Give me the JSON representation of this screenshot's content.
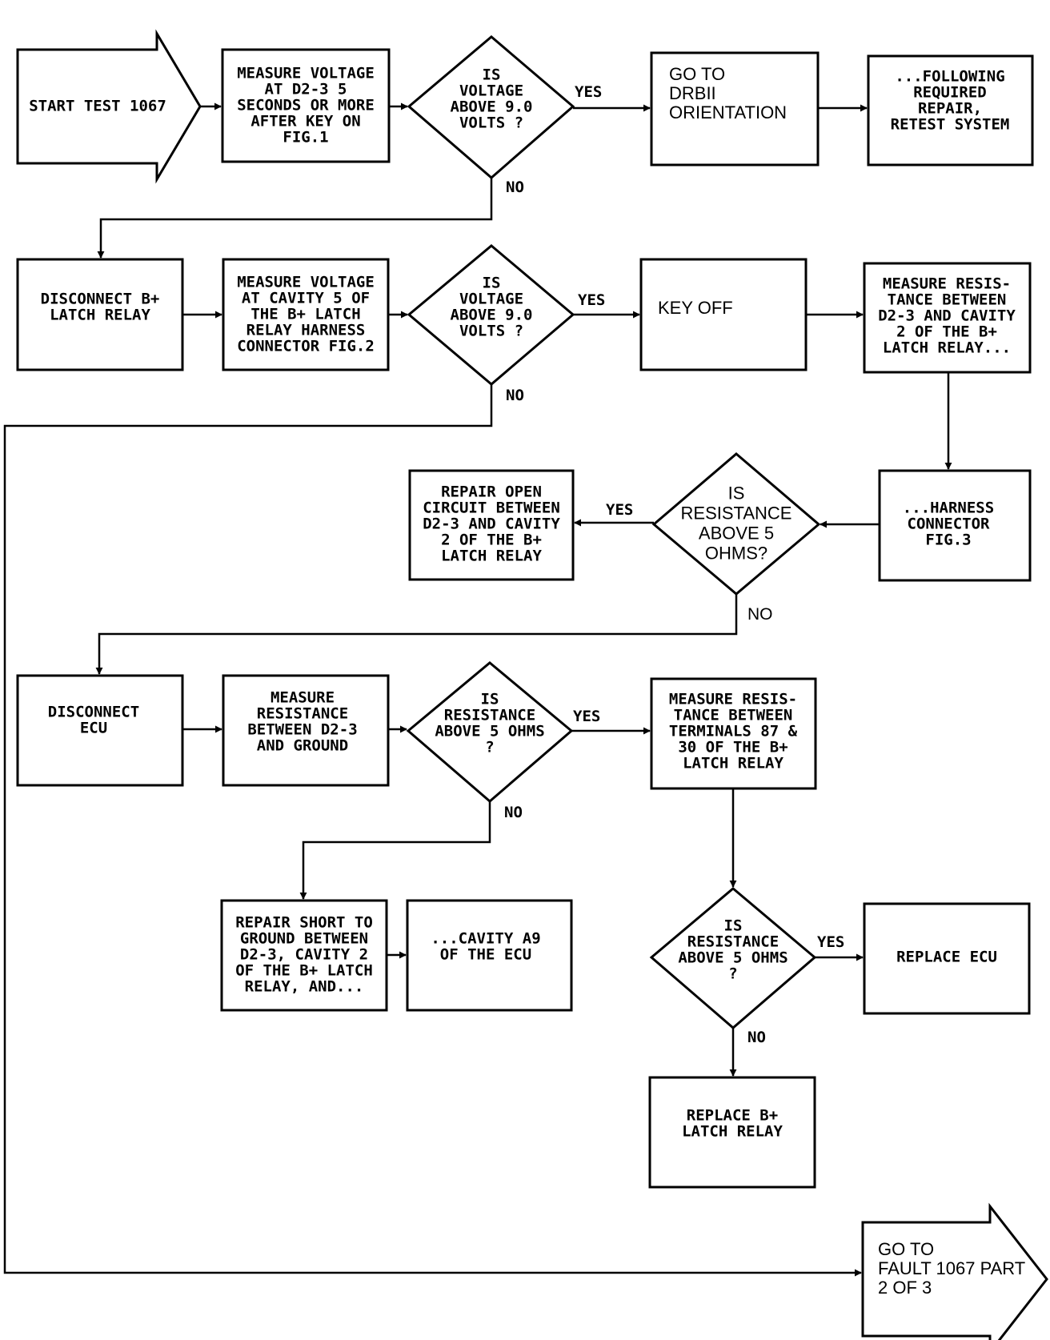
{
  "nodes": {
    "start": [
      "START TEST 1067"
    ],
    "n1": [
      "MEASURE VOLTAGE",
      "AT D2-3 5",
      "SECONDS OR MORE",
      "AFTER KEY ON",
      "FIG.1"
    ],
    "d1": [
      "IS",
      "VOLTAGE",
      "ABOVE 9.0",
      "VOLTS ?"
    ],
    "n2": [
      "GO TO",
      "DRBII",
      "ORIENTATION"
    ],
    "n3": [
      "...FOLLOWING",
      "REQUIRED",
      "REPAIR,",
      "RETEST SYSTEM"
    ],
    "n4": [
      "DISCONNECT B+",
      "LATCH RELAY"
    ],
    "n5": [
      "MEASURE VOLTAGE",
      "AT CAVITY 5 OF",
      "THE B+ LATCH",
      "RELAY HARNESS",
      "CONNECTOR FIG.2"
    ],
    "d2": [
      "IS",
      "VOLTAGE",
      "ABOVE 9.0",
      "VOLTS ?"
    ],
    "n6": [
      "KEY OFF"
    ],
    "n7": [
      "MEASURE RESIS-",
      "TANCE BETWEEN",
      "D2-3 AND CAVITY",
      "2 OF THE B+",
      "LATCH RELAY..."
    ],
    "n8": [
      "...HARNESS",
      "CONNECTOR",
      "FIG.3"
    ],
    "d3": [
      "IS",
      "RESISTANCE",
      "ABOVE 5",
      "OHMS?"
    ],
    "n9": [
      "REPAIR OPEN",
      "CIRCUIT BETWEEN",
      "D2-3 AND CAVITY",
      "2 OF THE B+",
      "LATCH RELAY"
    ],
    "n10": [
      "DISCONNECT",
      "ECU"
    ],
    "n11": [
      "MEASURE",
      "RESISTANCE",
      "BETWEEN D2-3",
      "AND GROUND"
    ],
    "d4": [
      "IS",
      "RESISTANCE",
      "ABOVE 5 OHMS",
      "?"
    ],
    "n12": [
      "MEASURE RESIS-",
      "TANCE BETWEEN",
      "TERMINALS 87 &",
      "30 OF THE B+",
      "LATCH RELAY"
    ],
    "n13": [
      "REPAIR SHORT TO",
      "GROUND BETWEEN",
      "D2-3, CAVITY 2",
      "OF THE B+ LATCH",
      "RELAY, AND..."
    ],
    "n14": [
      "...CAVITY A9",
      "OF THE ECU"
    ],
    "d5": [
      "IS",
      "RESISTANCE",
      "ABOVE 5 OHMS",
      "?"
    ],
    "n15": [
      "REPLACE ECU"
    ],
    "n16": [
      "REPLACE B+",
      "LATCH RELAY"
    ],
    "end": [
      "GO TO",
      "FAULT 1067 PART",
      "2 OF 3"
    ]
  },
  "edge_labels": {
    "yes": "YES",
    "no": "NO"
  }
}
